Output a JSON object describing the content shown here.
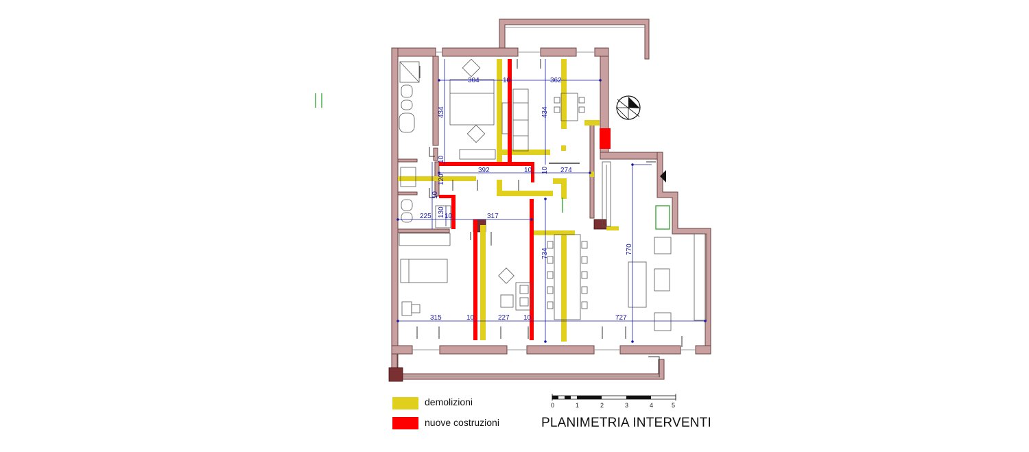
{
  "title": "PLANIMETRIA INTERVENTI",
  "legend": [
    {
      "label": "demolizioni",
      "color": "#e0cf1c"
    },
    {
      "label": "nuove costruzioni",
      "color": "#ff0000"
    }
  ],
  "scale_bar": {
    "labels": [
      "0",
      "1",
      "2",
      "3",
      "4",
      "5"
    ]
  },
  "dimensions": {
    "d304": "304",
    "d10a": "10",
    "d362": "362",
    "d434a": "434",
    "d434b": "434",
    "d392": "392",
    "d10b": "10",
    "d10c": "10",
    "d274": "274",
    "d10d": "10",
    "d120": "120",
    "d10e": "10",
    "d130": "130",
    "d225": "225",
    "d10f": "10",
    "d317": "317",
    "d734": "734",
    "d770": "770",
    "d315": "315",
    "d10g": "10",
    "d227": "227",
    "d10h": "10",
    "d727": "727"
  },
  "colors": {
    "wall": "#c9a0a0",
    "wall_stroke": "#6b4040",
    "demolition": "#e0cf1c",
    "new_construction": "#ff0000",
    "dimension": "#1a1aa8",
    "pillar": "#7a3030",
    "window_green": "#3aa83a",
    "furniture": "#555555"
  }
}
